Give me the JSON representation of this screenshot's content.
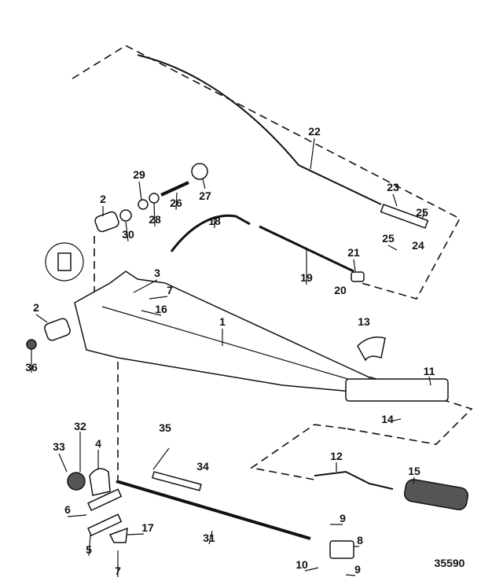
{
  "diagram": {
    "figure_number": "35590",
    "callouts": [
      "22",
      "23",
      "25",
      "25",
      "24",
      "2",
      "29",
      "27",
      "26",
      "28",
      "30",
      "18",
      "21",
      "19",
      "3",
      "7",
      "16",
      "20",
      "13",
      "1",
      "2",
      "36",
      "11",
      "14",
      "35",
      "34",
      "32",
      "33",
      "4",
      "12",
      "15",
      "6",
      "17",
      "31",
      "9",
      "8",
      "5",
      "7",
      "10",
      "9"
    ]
  }
}
